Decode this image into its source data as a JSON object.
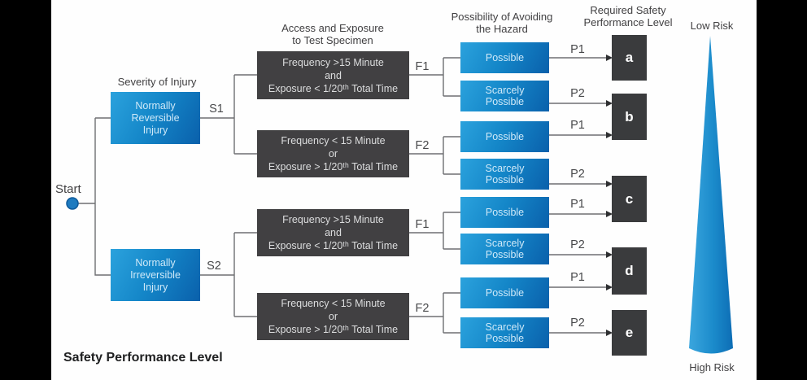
{
  "title": "Safety Performance Level",
  "start": {
    "label": "Start"
  },
  "columns": {
    "severity_header": "Severity of Injury",
    "access_header": "Access and Exposure\nto Test Specimen",
    "avoid_header": "Possibility of Avoiding\nthe Hazard",
    "required_header": "Required Safety\nPerformance Level"
  },
  "risk_scale": {
    "low": "Low Risk",
    "high": "High Risk"
  },
  "severity_boxes": [
    {
      "label": "Normally\nReversible\nInjury",
      "tag": "S1"
    },
    {
      "label": "Normally\nIrreversible\nInjury",
      "tag": "S2"
    }
  ],
  "frequency_boxes": [
    {
      "label": "Frequency >15 Minute\nand\nExposure < 1/20ᵗʰ Total Time",
      "tag": "F1"
    },
    {
      "label": "Frequency < 15 Minute\nor\nExposure > 1/20ᵗʰ Total Time",
      "tag": "F2"
    },
    {
      "label": "Frequency >15 Minute\nand\nExposure < 1/20ᵗʰ Total Time",
      "tag": "F1"
    },
    {
      "label": "Frequency < 15 Minute\nor\nExposure > 1/20ᵗʰ Total Time",
      "tag": "F2"
    }
  ],
  "avoidance_boxes": [
    {
      "label": "Possible",
      "tag": "P1"
    },
    {
      "label": "Scarcely\nPossible",
      "tag": "P2"
    },
    {
      "label": "Possible",
      "tag": "P1"
    },
    {
      "label": "Scarcely\nPossible",
      "tag": "P2"
    },
    {
      "label": "Possible",
      "tag": "P1"
    },
    {
      "label": "Scarcely\nPossible",
      "tag": "P2"
    },
    {
      "label": "Possible",
      "tag": "P1"
    },
    {
      "label": "Scarcely\nPossible",
      "tag": "P2"
    }
  ],
  "performance_levels": [
    {
      "label": "a"
    },
    {
      "label": "b"
    },
    {
      "label": "c"
    },
    {
      "label": "d"
    },
    {
      "label": "e"
    }
  ],
  "colors": {
    "box_blue_light": "#2ba2dd",
    "box_blue_dark": "#0a60ab",
    "box_dark": "#414042",
    "level_box_dark": "#3a3b3d",
    "connector_gray": "#6e6f72",
    "text_dark": "#414042"
  }
}
